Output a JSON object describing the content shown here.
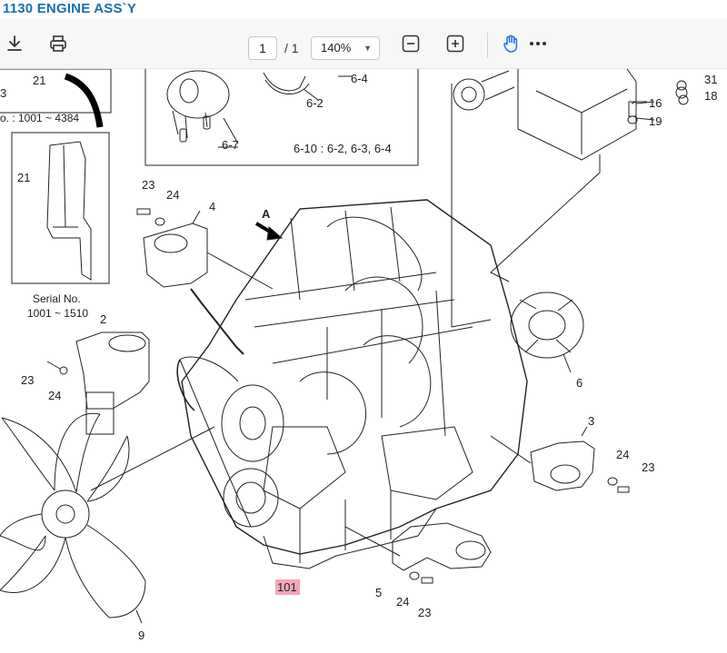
{
  "title": "1130 ENGINE ASS`Y",
  "toolbar": {
    "page_current": "1",
    "page_total": "/ 1",
    "zoom": "140%",
    "icons": [
      "download-icon",
      "print-icon",
      "zoom-out-icon",
      "zoom-in-icon",
      "hand-tool-icon",
      "more-icon"
    ]
  },
  "diagram": {
    "labels": {
      "l21a": "21",
      "l3frag": "3",
      "serial_top": "o. : 1001 ~ 4384",
      "l6_4": "6-4",
      "l6_2": "6-2",
      "l6_7": "6-7",
      "l6_10": "6-10 : 6-2, 6-3, 6-4",
      "l21b": "21",
      "serial_label": "Serial No.",
      "serial_range": "1001 ~ 1510",
      "l23a": "23",
      "l24a": "24",
      "l4": "4",
      "lA": "A",
      "l2": "2",
      "l23b": "23",
      "l24b": "24",
      "l16": "16",
      "l19": "19",
      "l31": "31",
      "l18": "18",
      "l6": "6",
      "l3": "3",
      "l24c": "24",
      "l23c": "23",
      "l101": "101",
      "l5": "5",
      "l24d": "24",
      "l23d": "23",
      "l9": "9"
    },
    "highlight_color": "#f4a7b9"
  }
}
